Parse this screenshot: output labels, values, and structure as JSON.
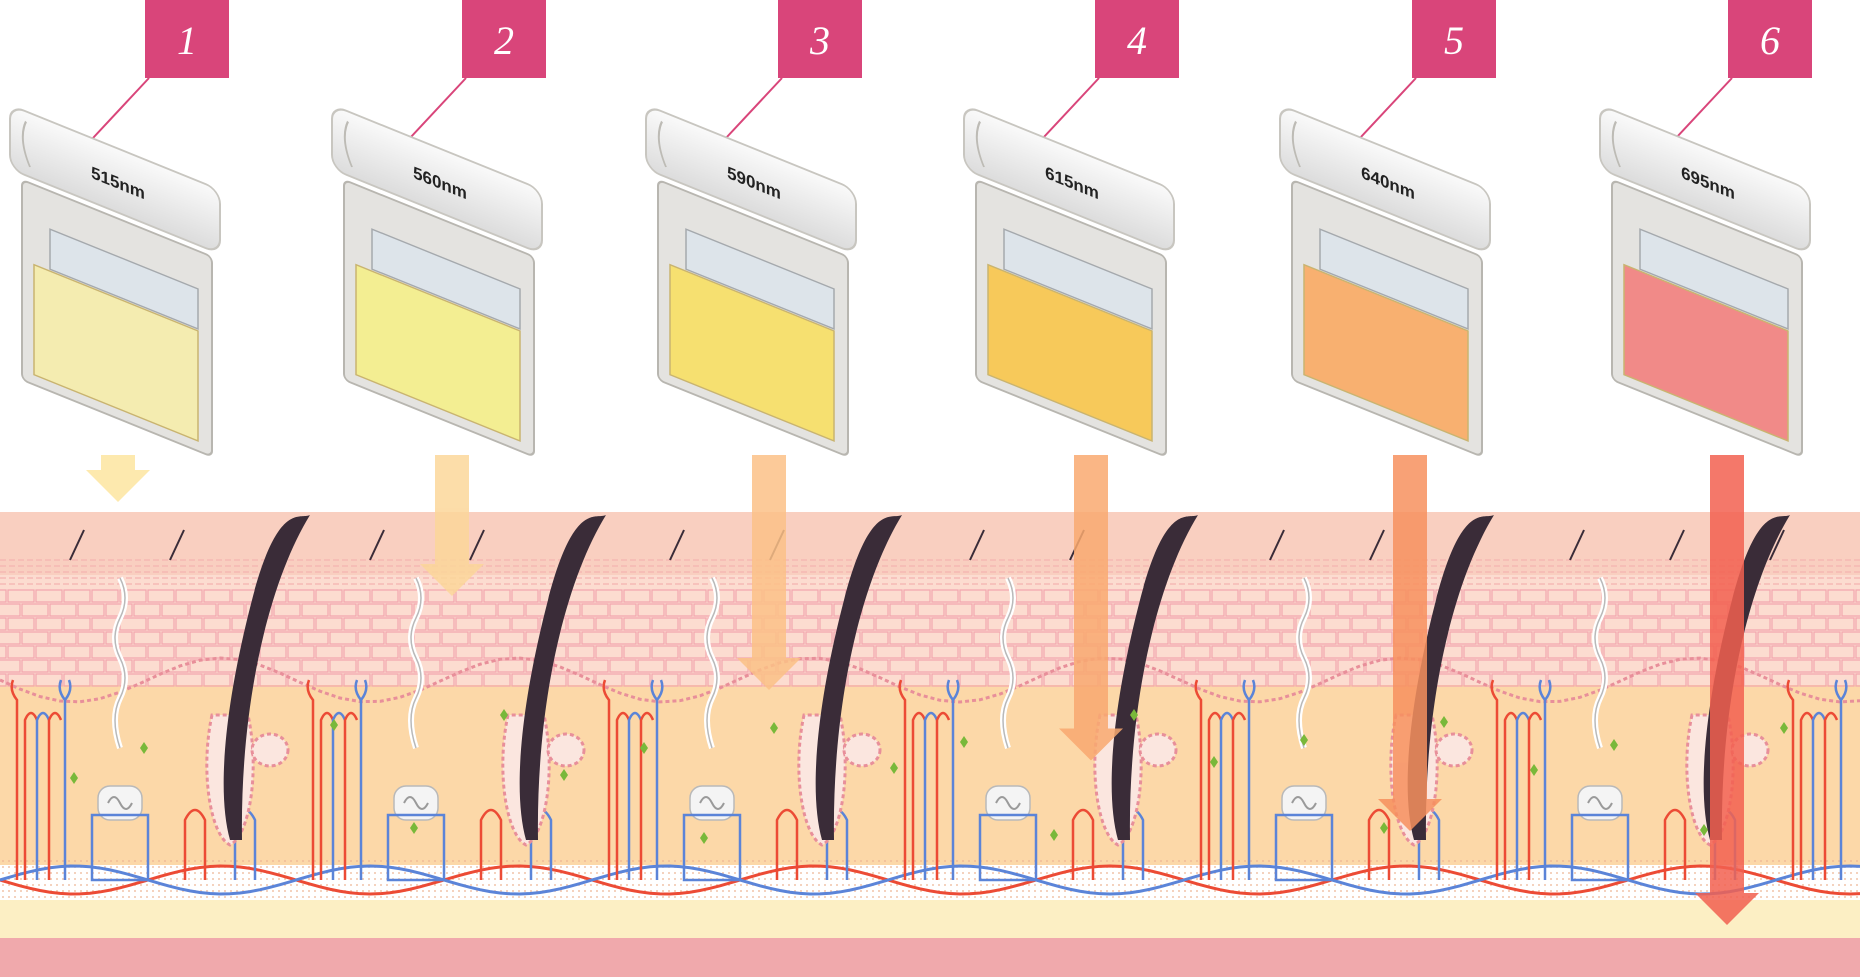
{
  "filters": [
    {
      "number": "1",
      "wavelength": "515nm",
      "filter_color": "#f4ecb0",
      "arrow_color": "#fde6a0",
      "penetration": 0.1
    },
    {
      "number": "2",
      "wavelength": "560nm",
      "filter_color": "#f3ee92",
      "arrow_color": "#fcd79a",
      "penetration": 0.3
    },
    {
      "number": "3",
      "wavelength": "590nm",
      "filter_color": "#f6e070",
      "arrow_color": "#fbc187",
      "penetration": 0.5
    },
    {
      "number": "4",
      "wavelength": "615nm",
      "filter_color": "#f7c95a",
      "arrow_color": "#f9a970",
      "penetration": 0.65
    },
    {
      "number": "5",
      "wavelength": "640nm",
      "filter_color": "#f8b070",
      "arrow_color": "#f7905e",
      "penetration": 0.8
    },
    {
      "number": "6",
      "wavelength": "695nm",
      "filter_color": "#f18a88",
      "arrow_color": "#f26050",
      "penetration": 1.0
    }
  ],
  "colors": {
    "badge": "#d9457a",
    "skin_surface": "#f9cfc0",
    "epidermis": "#fcdcd0",
    "dermis": "#fcd8a8",
    "fat": "#fcefc4",
    "muscle": "#f0a9ac",
    "artery": "#ec4b35",
    "vein": "#5b84d8",
    "hair": "#3a2c38"
  }
}
